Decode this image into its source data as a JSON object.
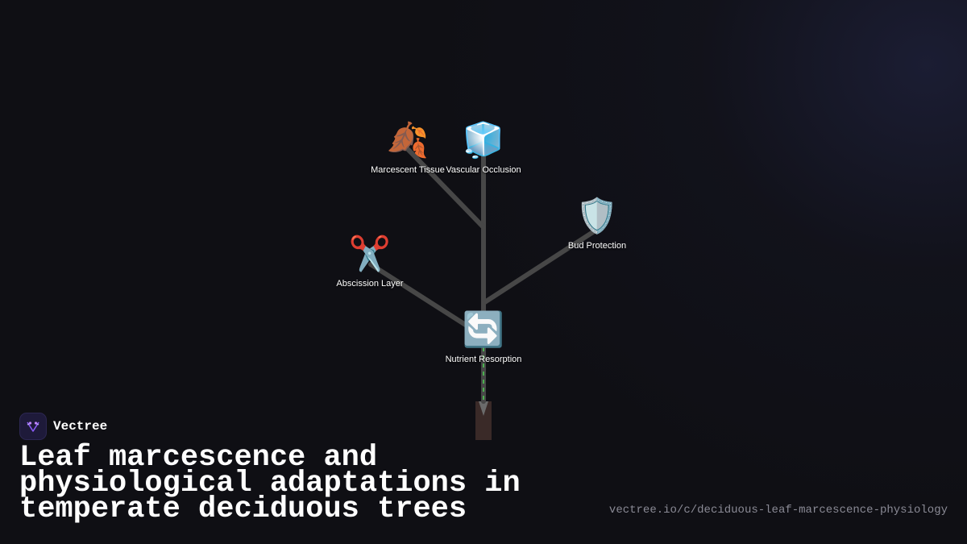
{
  "brand": {
    "name": "Vectree",
    "icon": "vectree-logo-icon",
    "accent": "#8b5cf6"
  },
  "title": "Leaf marcescence and physiological adaptations in temperate deciduous trees",
  "url": "vectree.io/c/deciduous-leaf-marcescence-physiology",
  "colors": {
    "background": "#0f0f14",
    "branch": "#474747",
    "trunk": "#3a2a28",
    "root_dash": "#4caf50",
    "label": "#ffffff"
  },
  "nodes": [
    {
      "id": "marcescent-tissue",
      "label": "Marcescent Tissue",
      "icon": "🍂",
      "icon_name": "fallen-leaf-icon"
    },
    {
      "id": "vascular-occlusion",
      "label": "Vascular Occlusion",
      "icon": "🧊",
      "icon_name": "ice-cube-icon"
    },
    {
      "id": "bud-protection",
      "label": "Bud Protection",
      "icon": "🛡️",
      "icon_name": "shield-icon"
    },
    {
      "id": "abscission-layer",
      "label": "Abscission Layer",
      "icon": "✂️",
      "icon_name": "scissors-icon"
    },
    {
      "id": "nutrient-resorption",
      "label": "Nutrient Resorption",
      "icon": "🔄",
      "icon_name": "cycle-arrows-icon"
    }
  ]
}
